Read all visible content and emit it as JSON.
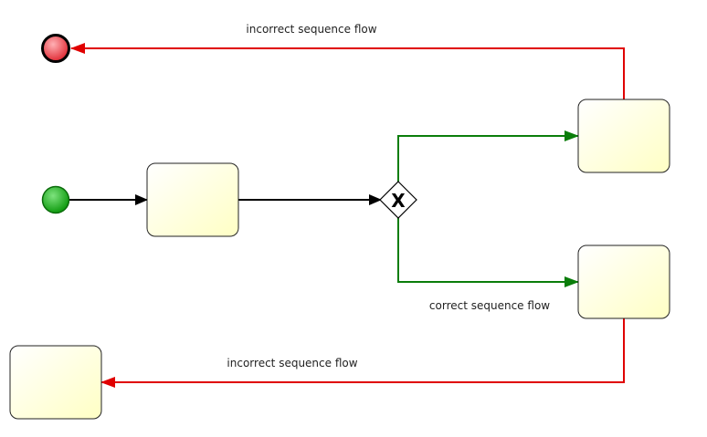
{
  "diagram": {
    "labels": {
      "incorrect_top": "incorrect sequence flow",
      "correct": "correct sequence flow",
      "incorrect_bottom": "incorrect sequence flow"
    },
    "gateway": {
      "symbol": "X",
      "type": "exclusive-gateway"
    },
    "colors": {
      "correct_flow": "#0a7d0a",
      "incorrect_flow": "#e00000",
      "default_flow": "#000000",
      "start_event": "#1aa31a",
      "end_event": "#e8323a",
      "task_fill": "#ffffd6"
    },
    "icons": [
      "start-event-icon",
      "end-event-icon",
      "exclusive-gateway-icon",
      "arrowhead-icon"
    ]
  }
}
